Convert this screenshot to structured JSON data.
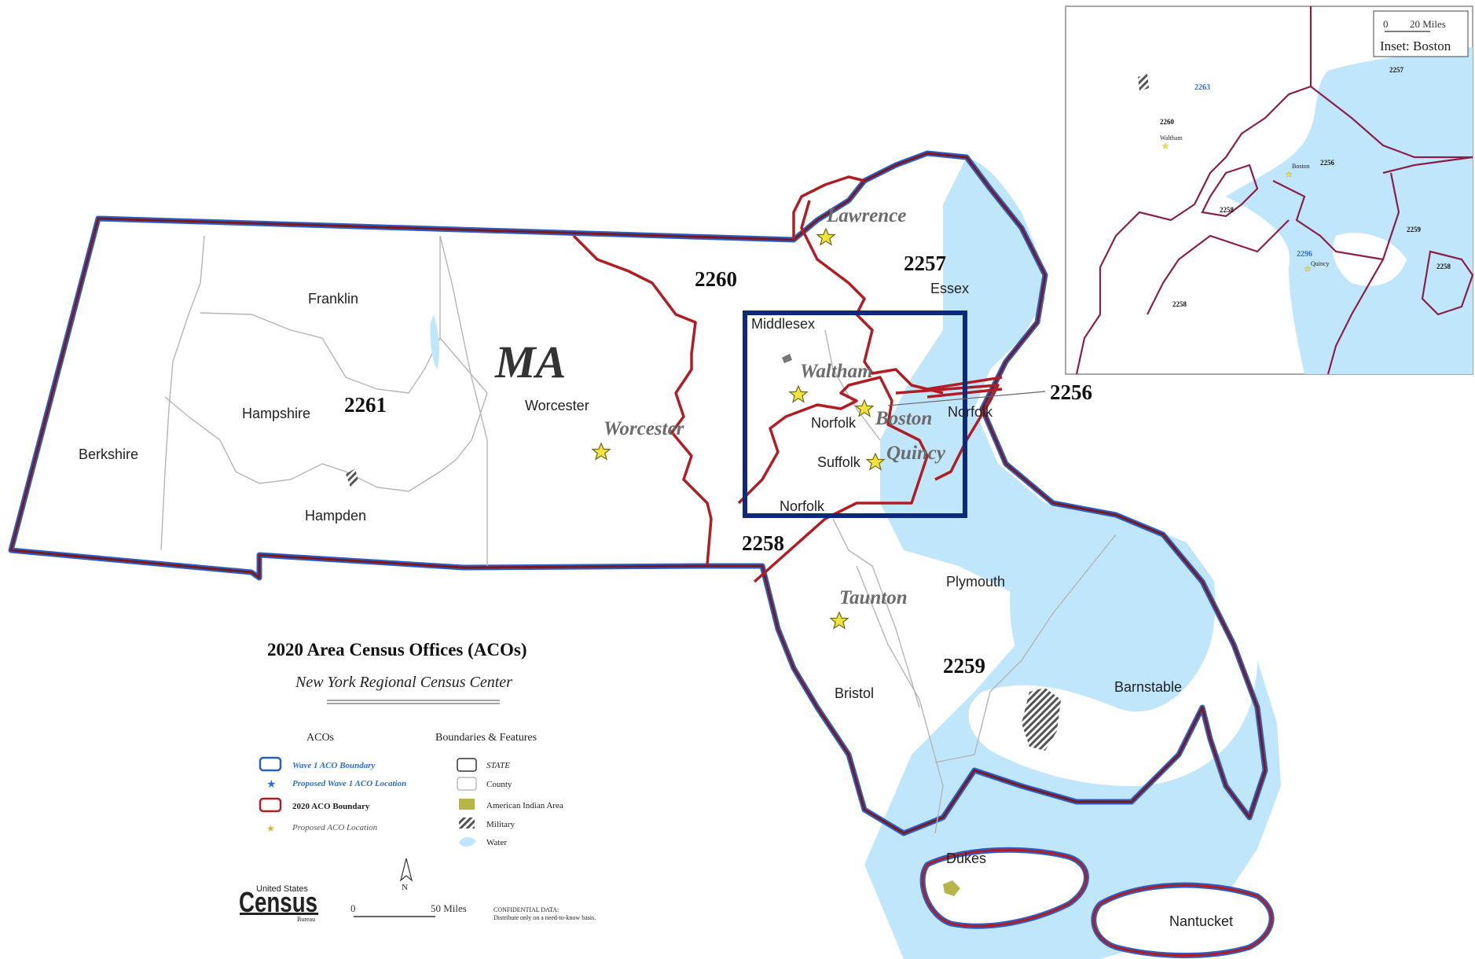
{
  "map": {
    "state_label": "MA",
    "counties": [
      "Franklin",
      "Hampshire",
      "Berkshire",
      "Hampden",
      "Worcester",
      "Middlesex",
      "Essex",
      "Norfolk",
      "Suffolk",
      "Norfolk",
      "Norfolk",
      "Plymouth",
      "Bristol",
      "Barnstable",
      "Dukes",
      "Nantucket"
    ],
    "aco_codes": [
      "2261",
      "2260",
      "2257",
      "2256",
      "2258",
      "2259"
    ],
    "cities": [
      "Lawrence",
      "Worcester",
      "Waltham",
      "Boston",
      "Quincy",
      "Taunton"
    ]
  },
  "inset": {
    "title": "Inset: Boston",
    "scale_start": "0",
    "scale_end": "20 Miles",
    "codes": [
      "2257",
      "2263",
      "2260",
      "2256",
      "2258",
      "2259",
      "2296",
      "2258",
      "2258"
    ],
    "places": [
      "Waltham",
      "Boston",
      "Quincy"
    ]
  },
  "legend": {
    "title": "2020 Area Census Offices (ACOs)",
    "subtitle": "New York Regional Census Center",
    "col1_heading": "ACOs",
    "col2_heading": "Boundaries & Features",
    "col1_items": [
      "Wave 1 ACO Boundary",
      "Proposed Wave 1 ACO Location",
      "2020 ACO Boundary",
      "Proposed ACO Location"
    ],
    "col2_items": [
      "STATE",
      "County",
      "American Indian Area",
      "Military",
      "Water"
    ],
    "north_label": "N",
    "scale_start": "0",
    "scale_end": "50 Miles",
    "confidential_line1": "CONFIDENTIAL DATA:",
    "confidential_line2": "Distribute only on a need-to-know basis.",
    "census_top": "United States",
    "census_word": "Census",
    "census_bottom": "Bureau"
  },
  "colors": {
    "water": "#bfe6fa",
    "aco_boundary": "#b01e24",
    "wave1_boundary": "#2a5fc7",
    "inset_box": "#0d2a7a",
    "star": "#f2e23c"
  }
}
